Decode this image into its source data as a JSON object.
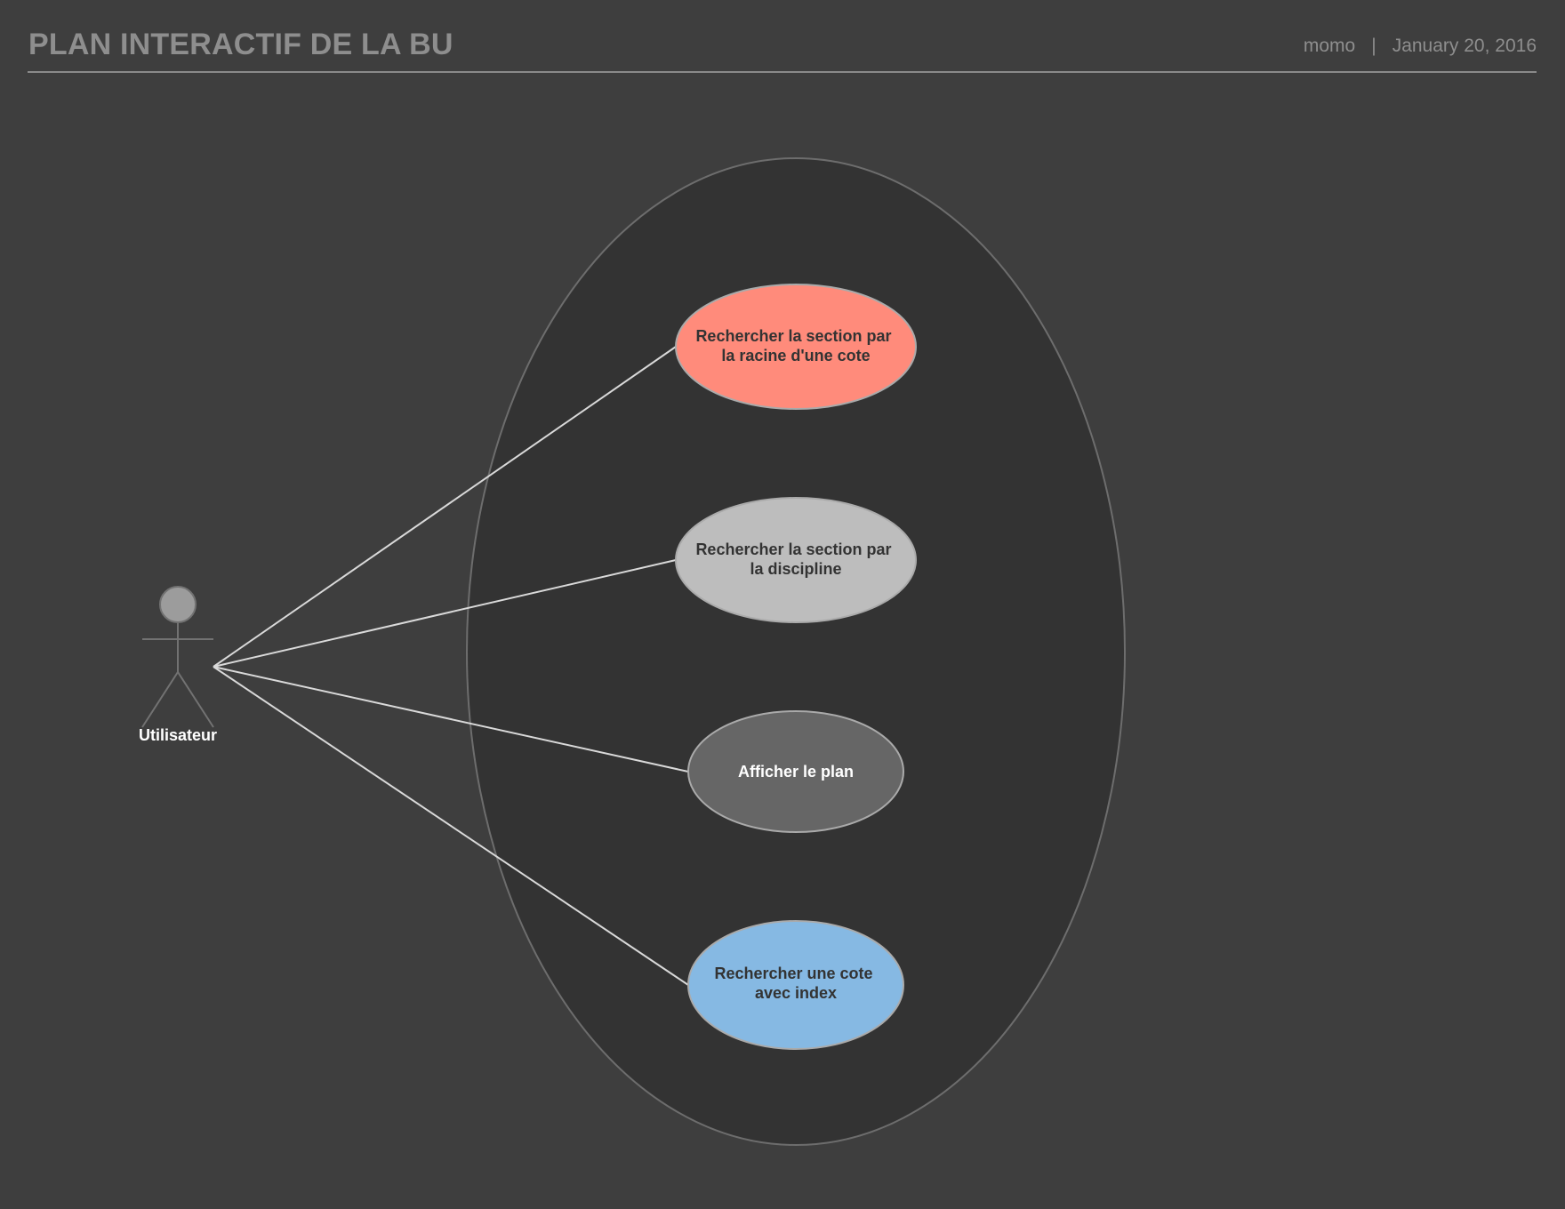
{
  "header": {
    "title": "PLAN INTERACTIF DE LA BU",
    "author": "momo",
    "separator": "|",
    "date": "January 20, 2016"
  },
  "actor": {
    "label": "Utilisateur",
    "icon": "stick-figure-icon"
  },
  "use_cases": [
    {
      "lines": [
        "Rechercher la section par",
        "la racine d'une cote"
      ],
      "fill": "#ff8b7b",
      "text_color": "#333333"
    },
    {
      "lines": [
        "Rechercher la section par",
        "la discipline"
      ],
      "fill": "#bdbdbd",
      "text_color": "#333333"
    },
    {
      "lines": [
        "Afficher le plan"
      ],
      "fill": "#666666",
      "text_color": "#ffffff"
    },
    {
      "lines": [
        "Rechercher une cote",
        "avec index"
      ],
      "fill": "#86b9e3",
      "text_color": "#333333"
    }
  ],
  "colors": {
    "background": "#3e3e3e",
    "system_boundary_fill": "#333333",
    "system_boundary_stroke": "#6d6d6d",
    "association_line": "#d9d9d9",
    "header_text": "#8e8e8e"
  }
}
